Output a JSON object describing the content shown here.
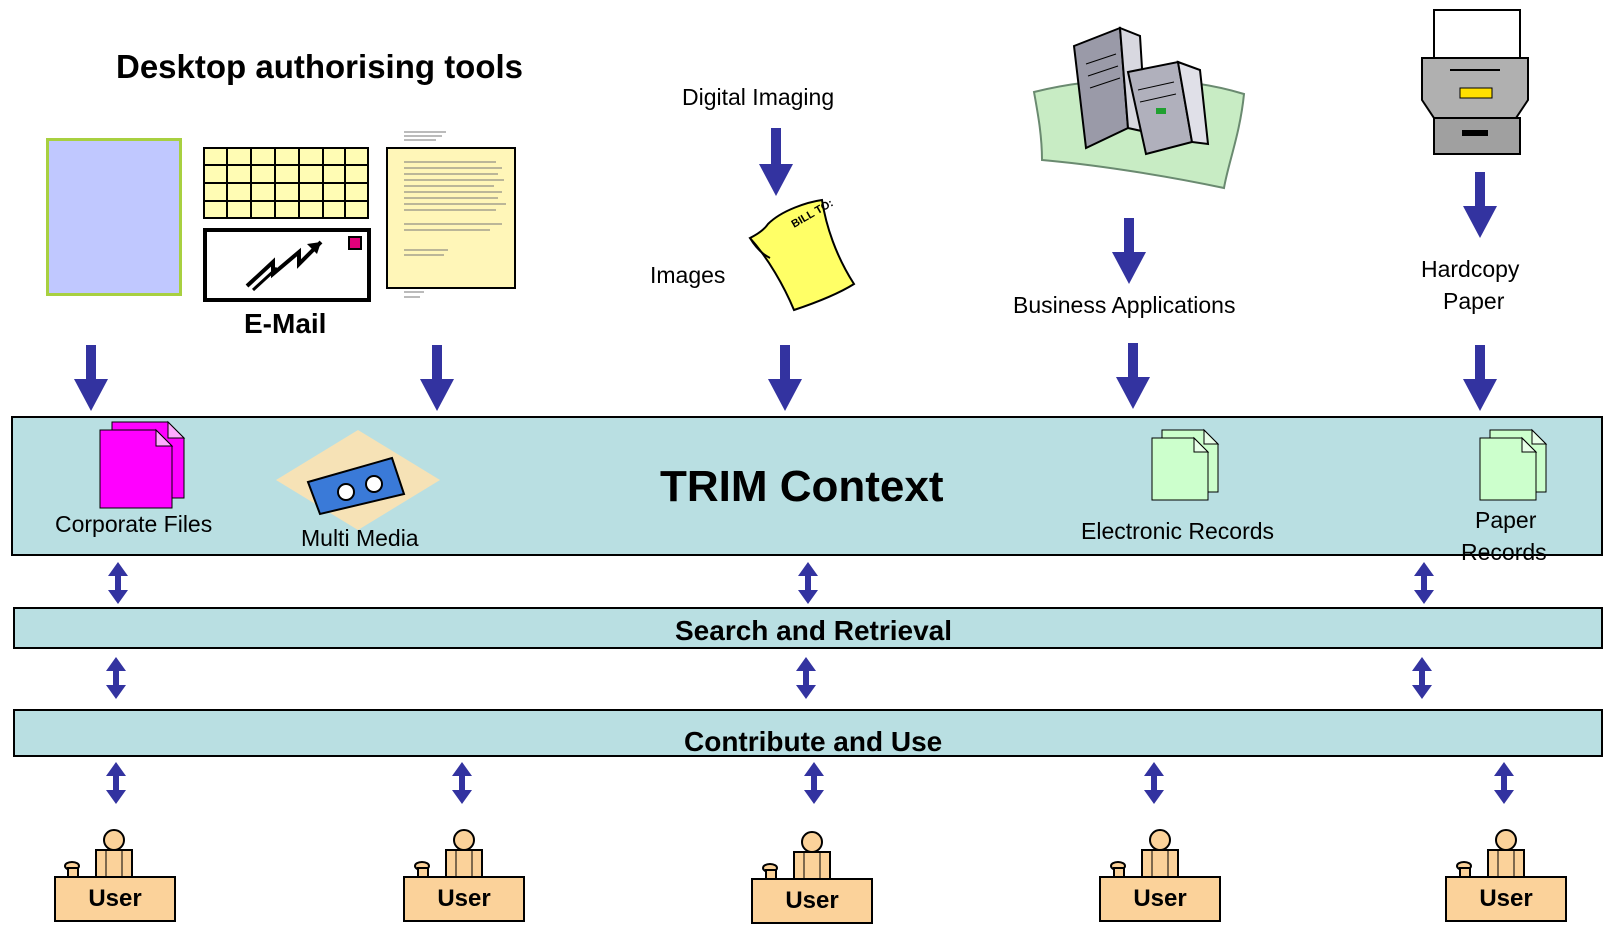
{
  "sources": {
    "desktop_title": "Desktop authorising tools",
    "email_label": "E-Mail",
    "digital_imaging": "Digital Imaging",
    "images": "Images",
    "business_applications": "Business Applications",
    "hardcopy_line1": "Hardcopy",
    "hardcopy_line2": "Paper"
  },
  "trim": {
    "title": "TRIM Context",
    "corporate_files": "Corporate Files",
    "multi_media": "Multi Media",
    "electronic_records": "Electronic Records",
    "paper_records_line1": "Paper",
    "paper_records_line2": "Records"
  },
  "bands": {
    "search": "Search and Retrieval",
    "contribute": "Contribute and Use"
  },
  "users": [
    "User",
    "User",
    "User",
    "User",
    "User"
  ],
  "colors": {
    "arrow": "#3333a0",
    "band": "#b9dfe2",
    "user_desk": "#fbd29a",
    "corporate_files": "#ff00ff",
    "records": "#ccffcc"
  }
}
